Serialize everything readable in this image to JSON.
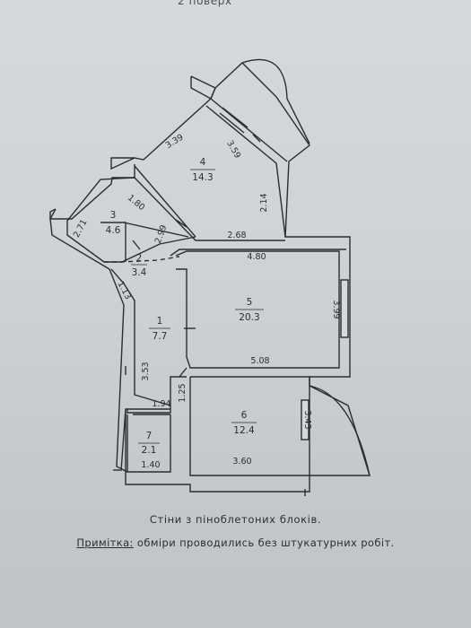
{
  "header": {
    "floor_text": "2 поверх"
  },
  "rooms": [
    {
      "number": "1",
      "area": "7.7"
    },
    {
      "number": "2",
      "area": "3.4"
    },
    {
      "number": "3",
      "area": "4.6"
    },
    {
      "number": "4",
      "area": "14.3"
    },
    {
      "number": "5",
      "area": "20.3"
    },
    {
      "number": "6",
      "area": "12.4"
    },
    {
      "number": "7",
      "area": "2.1"
    }
  ],
  "dimensions": {
    "d339": "3.39",
    "d359": "3.59",
    "d214": "2.14",
    "d180": "1.80",
    "d271": "2.71",
    "d299": "2.99",
    "d268": "2.68",
    "d480": "4.80",
    "d113": "1.13",
    "d399": "3.99",
    "d353": "3.53",
    "d508": "5.08",
    "d125": "1.25",
    "d194": "1.94",
    "d343": "3.43",
    "d140": "1.40",
    "d360": "3.60"
  },
  "captions": {
    "walls": "Стіни з піноблетоних блоків.",
    "note_label": "Примітка:",
    "note_text": " обміри проводились без штукатурних робіт."
  }
}
